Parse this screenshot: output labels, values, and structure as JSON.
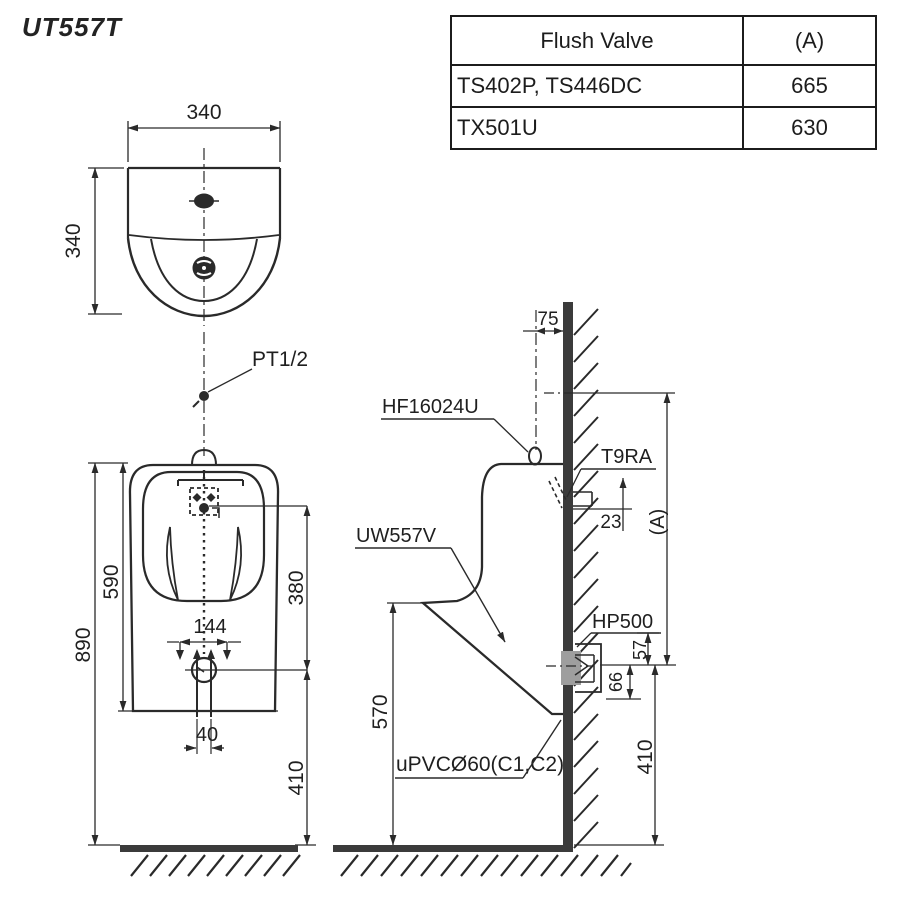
{
  "title": "UT557T",
  "table": {
    "header_flush_valve": "Flush Valve",
    "header_a": "(A)",
    "rows": [
      {
        "flush_valve": "TS402P, TS446DC",
        "a": "665"
      },
      {
        "flush_valve": "TX501U",
        "a": "630"
      }
    ]
  },
  "top_view": {
    "dim_width": "340",
    "dim_depth": "340"
  },
  "front_view": {
    "supply_label": "PT1/2",
    "dim_total_height": "890",
    "dim_body_height": "590",
    "dim_spud_to_drain": "380",
    "dim_bolt_spacing": "144",
    "dim_pipe": "40",
    "dim_drain_height": "410"
  },
  "side_view": {
    "dim_supply_offset": "75",
    "label_spud": "HF16024U",
    "label_bracket": "T9RA",
    "dim_bracket_offset": "23",
    "label_body": "UW557V",
    "dim_a_label": "(A)",
    "label_outlet": "HP500",
    "dim_outlet_top": "57",
    "dim_outlet_bottom": "66",
    "dim_lip_height": "570",
    "label_pipe": "uPVCØ60(C1,C2)",
    "dim_drain_height": "410"
  },
  "colors": {
    "line": "#2a2a2a",
    "solid": "#3b3b3b"
  }
}
